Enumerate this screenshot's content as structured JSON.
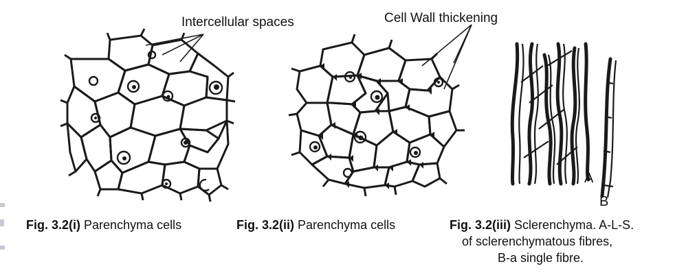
{
  "labels": {
    "intercellular": "Intercellular spaces",
    "thickening": "Cell Wall thickening",
    "letter_a": "A",
    "letter_b": "B"
  },
  "captions": {
    "fig1": {
      "num": "Fig. 3.2(i)",
      "text": "Parenchyma cells"
    },
    "fig2": {
      "num": "Fig. 3.2(ii)",
      "text": "Parenchyma cells"
    },
    "fig3": {
      "num": "Fig. 3.2(iii)",
      "text": "Sclerenchyma. A-L-S.",
      "line2": "of sclerenchymatous fibres,",
      "line3": "B-a single fibre."
    }
  }
}
